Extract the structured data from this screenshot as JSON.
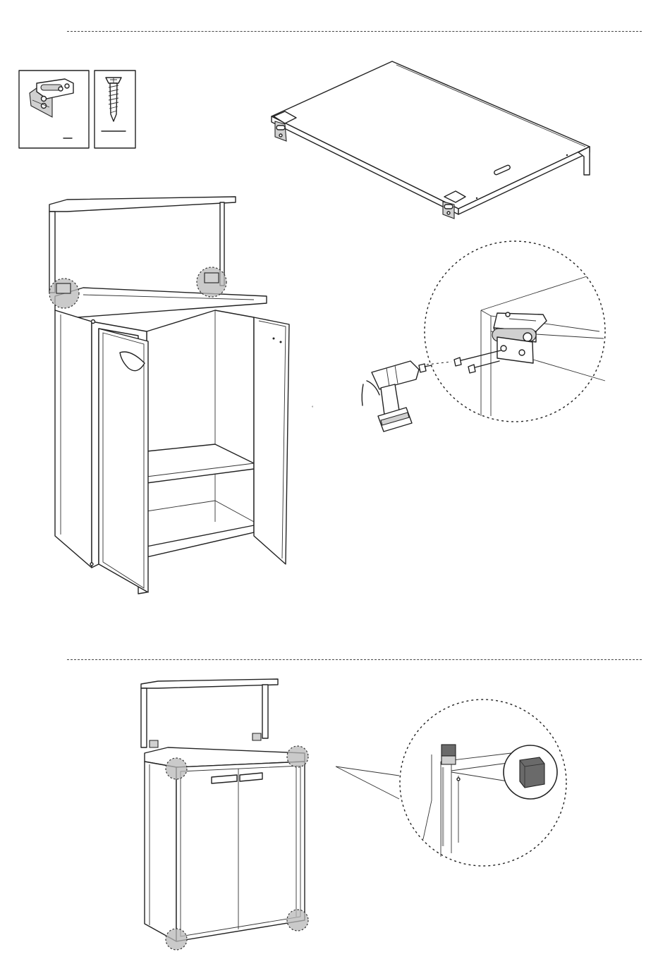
{
  "page": {
    "background": "#ffffff",
    "line_color": "#222222",
    "highlight_color": "#b8b8b8",
    "bumper_color": "#6a6a6a"
  },
  "parts": [
    {
      "icon": "hinge-icon",
      "quantity": ""
    },
    {
      "icon": "screw-icon",
      "quantity": ""
    }
  ],
  "steps": [
    {
      "illustrations": [
        "lid-with-hinges",
        "cabinet-open-lid",
        "hinge-detail-drill"
      ]
    },
    {
      "illustrations": [
        "cabinet-closed-doors",
        "corner-bumper-detail"
      ]
    }
  ]
}
